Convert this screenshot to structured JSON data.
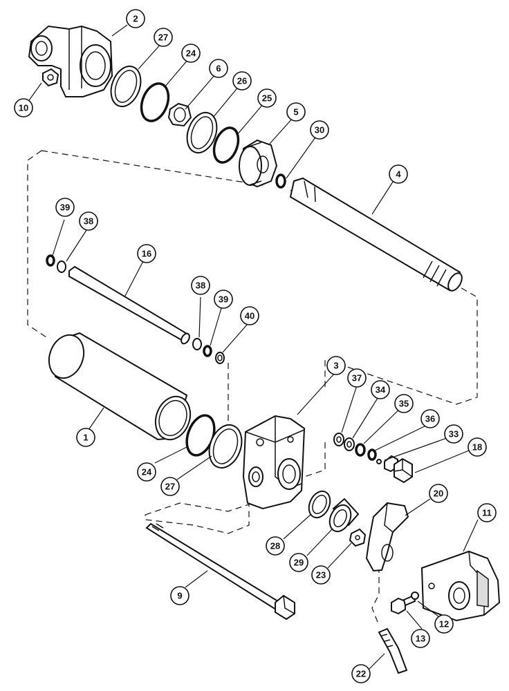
{
  "callouts": [
    {
      "id": "c1",
      "label": "1"
    },
    {
      "id": "c2",
      "label": "2"
    },
    {
      "id": "c3",
      "label": "3"
    },
    {
      "id": "c4",
      "label": "4"
    },
    {
      "id": "c5",
      "label": "5"
    },
    {
      "id": "c6",
      "label": "6"
    },
    {
      "id": "c9",
      "label": "9"
    },
    {
      "id": "c10",
      "label": "10"
    },
    {
      "id": "c11",
      "label": "11"
    },
    {
      "id": "c12",
      "label": "12"
    },
    {
      "id": "c13",
      "label": "13"
    },
    {
      "id": "c16",
      "label": "16"
    },
    {
      "id": "c18",
      "label": "18"
    },
    {
      "id": "c20",
      "label": "20"
    },
    {
      "id": "c22",
      "label": "22"
    },
    {
      "id": "c23",
      "label": "23"
    },
    {
      "id": "c24a",
      "label": "24"
    },
    {
      "id": "c24b",
      "label": "24"
    },
    {
      "id": "c25",
      "label": "25"
    },
    {
      "id": "c26",
      "label": "26"
    },
    {
      "id": "c27a",
      "label": "27"
    },
    {
      "id": "c27b",
      "label": "27"
    },
    {
      "id": "c28",
      "label": "28"
    },
    {
      "id": "c29",
      "label": "29"
    },
    {
      "id": "c30",
      "label": "30"
    },
    {
      "id": "c33",
      "label": "33"
    },
    {
      "id": "c34",
      "label": "34"
    },
    {
      "id": "c35",
      "label": "35"
    },
    {
      "id": "c36",
      "label": "36"
    },
    {
      "id": "c37",
      "label": "37"
    },
    {
      "id": "c38a",
      "label": "38"
    },
    {
      "id": "c38b",
      "label": "38"
    },
    {
      "id": "c39a",
      "label": "39"
    },
    {
      "id": "c39b",
      "label": "39"
    },
    {
      "id": "c40",
      "label": "40"
    }
  ]
}
